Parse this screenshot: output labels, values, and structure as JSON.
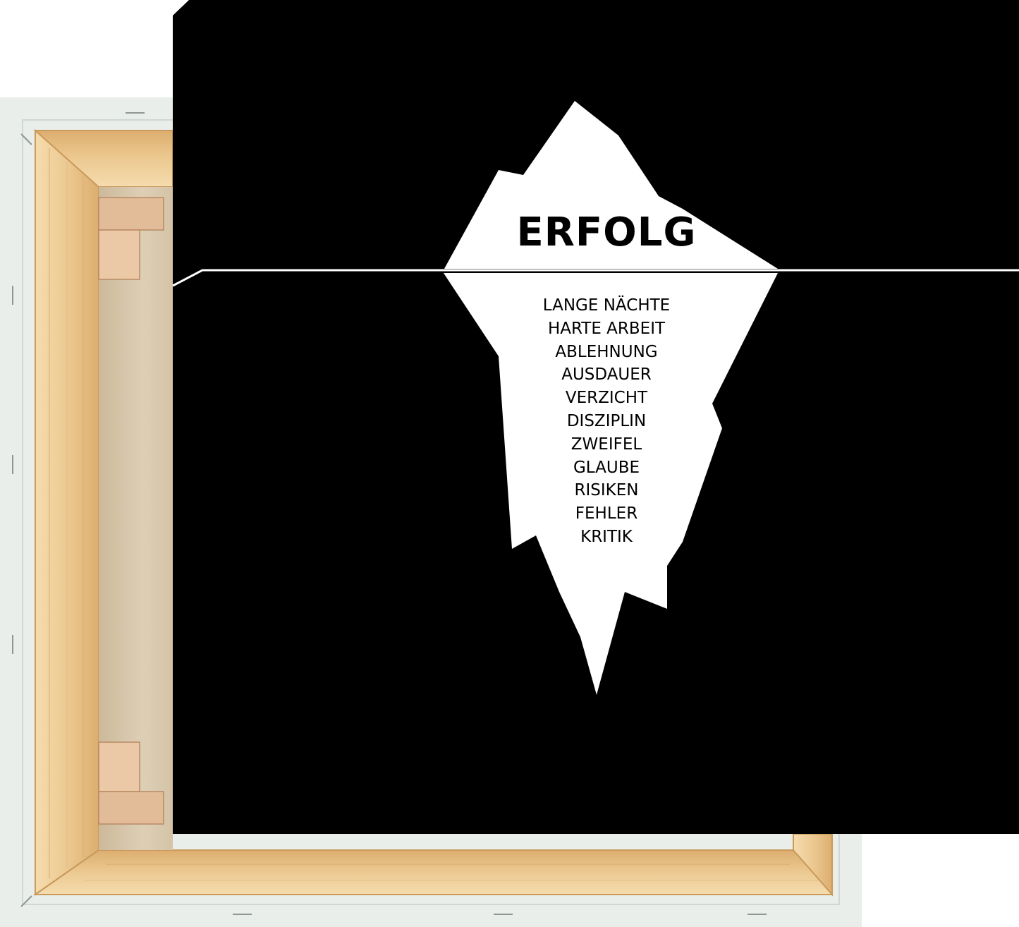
{
  "colors": {
    "background": "#ffffff",
    "canvas_black": "#000000",
    "iceberg": "#ffffff",
    "text": "#000000",
    "wood_light": "#f3d8a8",
    "wood_mid": "#e6c089",
    "wood_dark": "#d9ac6d",
    "linen": "#dccdb2",
    "canvas_wrap": "#e9eeeb",
    "corner_wedge": "#e2bc98"
  },
  "iceberg": {
    "title": "ERFOLG",
    "words": [
      "LANGE NÄCHTE",
      "HARTE ARBEIT",
      "ABLEHNUNG",
      "AUSDAUER",
      "VERZICHT",
      "DISZIPLIN",
      "ZWEIFEL",
      "GLAUBE",
      "RISIKEN",
      "FEHLER",
      "KRITIK"
    ]
  }
}
